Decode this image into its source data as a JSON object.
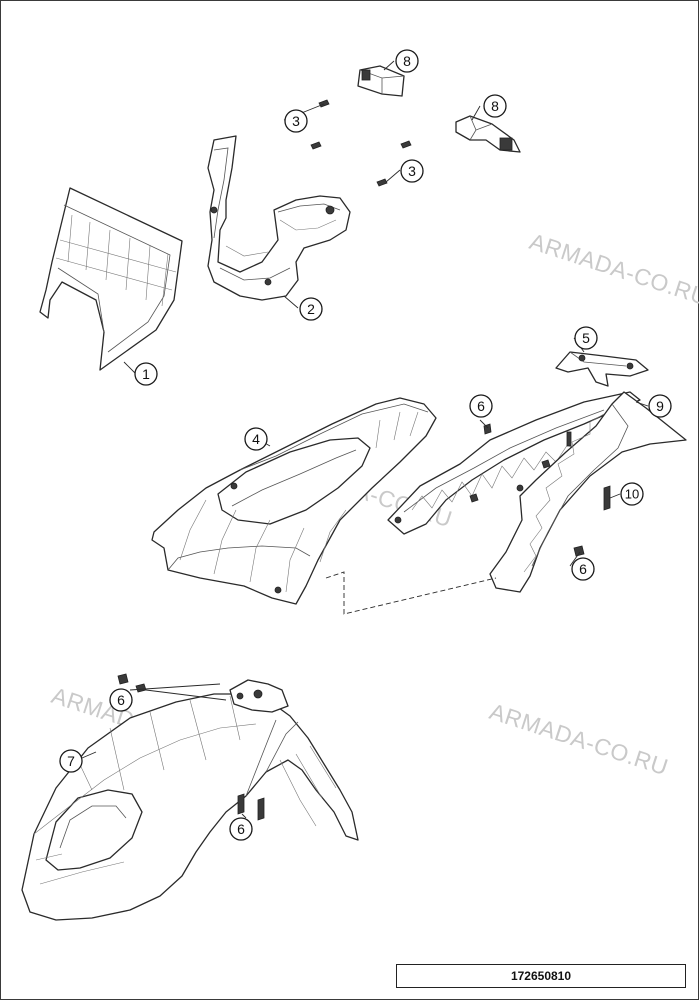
{
  "diagram": {
    "callouts": [
      {
        "id": "callout-1",
        "label": "1"
      },
      {
        "id": "callout-2",
        "label": "2"
      },
      {
        "id": "callout-3a",
        "label": "3"
      },
      {
        "id": "callout-3b",
        "label": "3"
      },
      {
        "id": "callout-4",
        "label": "4"
      },
      {
        "id": "callout-5",
        "label": "5"
      },
      {
        "id": "callout-6a",
        "label": "6"
      },
      {
        "id": "callout-6b",
        "label": "6"
      },
      {
        "id": "callout-6c",
        "label": "6"
      },
      {
        "id": "callout-6d",
        "label": "6"
      },
      {
        "id": "callout-7",
        "label": "7"
      },
      {
        "id": "callout-8a",
        "label": "8"
      },
      {
        "id": "callout-8b",
        "label": "8"
      },
      {
        "id": "callout-9",
        "label": "9"
      },
      {
        "id": "callout-10",
        "label": "10"
      }
    ],
    "watermark": "ARMADA-CO.RU",
    "drawing_number": "172650810"
  }
}
